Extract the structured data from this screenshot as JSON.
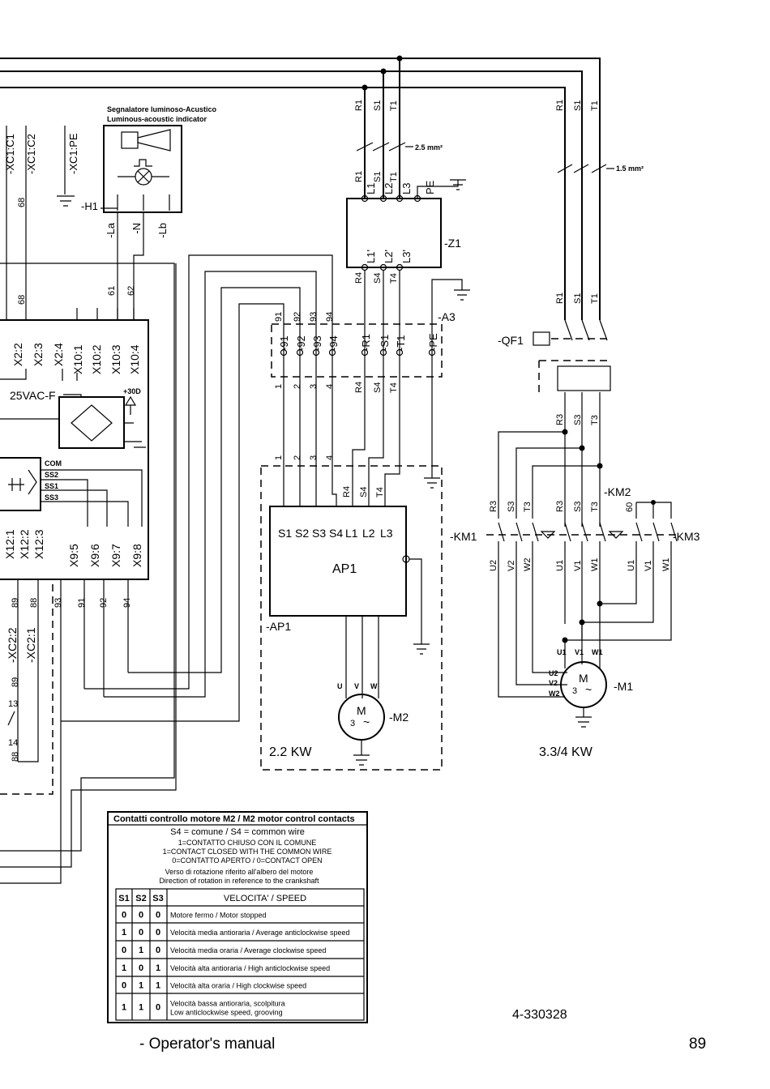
{
  "indicator": {
    "title_it": "Segnalatore luminoso-Acustico",
    "title_en": "Luminous-acoustic indicator",
    "ref": "-H1",
    "terminals": [
      "-La",
      "-N",
      "-Lb"
    ]
  },
  "left_terminals": [
    "-XC1:C1",
    "-XC1:C2",
    "-XC1:PE"
  ],
  "wire_numbers_top": [
    "68",
    "61",
    "62",
    "68"
  ],
  "board_labels": [
    "X2:2",
    "X2:3",
    "X2:4",
    "X10:1",
    "X10:2",
    "X10:3",
    "X10:4",
    "25VAC-F",
    "+30D",
    "COM",
    "SS2",
    "SS1",
    "SS3",
    "X12:1",
    "X12:2",
    "X12:3",
    "X9:5",
    "X9:6",
    "X9:7",
    "X9:8"
  ],
  "lower_left": [
    "89",
    "88",
    "93",
    "91",
    "92",
    "94",
    "-XC2:2",
    "-XC2:1",
    "89",
    "13",
    "14",
    "88"
  ],
  "phases": [
    "R1",
    "S1",
    "T1"
  ],
  "cable_2_5": "2.5 mm²",
  "cable_1_5": "1.5 mm²",
  "filter": {
    "ref": "-Z1",
    "in": [
      "L1",
      "L2",
      "L3",
      "PE"
    ],
    "out": [
      "L1'",
      "L2'",
      "L3'"
    ],
    "wires": [
      "R4",
      "S4",
      "T4"
    ]
  },
  "terminal_block": {
    "ref": "-A3",
    "wire_nums": [
      "91",
      "92",
      "93",
      "94"
    ],
    "terms": [
      "-91",
      "-92",
      "-93",
      "-94",
      "-R1",
      "-S1",
      "-T1",
      "-PE"
    ],
    "below": [
      "1",
      "2",
      "3",
      "4",
      "R4",
      "S4",
      "T4"
    ]
  },
  "inverter": {
    "name": "AP1",
    "ref": "-AP1",
    "terms": [
      "S1",
      "S2",
      "S3",
      "S4",
      "L1",
      "L2",
      "L3"
    ],
    "wires": [
      "1",
      "2",
      "3",
      "4",
      "R4",
      "S4",
      "T4"
    ],
    "motor_terms": [
      "U",
      "V",
      "W"
    ],
    "motor_ref": "-M2",
    "power": "2.2 KW"
  },
  "motor_symbol": [
    "M",
    "3",
    "~"
  ],
  "breaker": {
    "ref": "-QF1",
    "wires": [
      "R3",
      "S3",
      "T3"
    ]
  },
  "contactors": {
    "km1": "-KM1",
    "km2": "-KM2",
    "km3": "-KM3",
    "km1_top": [
      "R3",
      "S3",
      "T3"
    ],
    "km2_top": [
      "R3",
      "S3",
      "T3"
    ],
    "km3_top": [
      "60"
    ],
    "km1_bottom": [
      "U2",
      "V2",
      "W2"
    ],
    "km2_bottom": [
      "U1",
      "V1",
      "W1"
    ],
    "km3_bottom": [
      "U1",
      "V1",
      "W1"
    ]
  },
  "motor_m1": {
    "ref": "-M1",
    "upper": [
      "U1",
      "V1",
      "W1"
    ],
    "lower": [
      "U2",
      "V2",
      "W2"
    ],
    "power": "3.3/4 KW"
  },
  "table": {
    "title": "Contatti controllo motore M2 / M2 motor control contacts",
    "subtitle": "S4 = comune / S4 = common wire",
    "legend": [
      "1=CONTATTO CHIUSO CON IL COMUNE",
      "1=CONTACT CLOSED WITH THE COMMON WIRE",
      "0=CONTATTO APERTO / 0=CONTACT OPEN"
    ],
    "rotation_it": "Verso di rotazione riferito all'albero del motore",
    "rotation_en": "Direction of rotation in reference to the crankshaft",
    "headers": [
      "S1",
      "S2",
      "S3",
      "VELOCITA' / SPEED"
    ],
    "rows": [
      {
        "s1": "0",
        "s2": "0",
        "s3": "0",
        "speed": "Motore fermo / Motor stopped"
      },
      {
        "s1": "1",
        "s2": "0",
        "s3": "0",
        "speed": "Velocità media antioraria / Average anticlockwise speed"
      },
      {
        "s1": "0",
        "s2": "1",
        "s3": "0",
        "speed": "Velocità media oraria / Average clockwise speed"
      },
      {
        "s1": "1",
        "s2": "0",
        "s3": "1",
        "speed": "Velocità alta antioraria / High anticlockwise speed"
      },
      {
        "s1": "0",
        "s2": "1",
        "s3": "1",
        "speed": "Velocità alta oraria / High clockwise speed"
      },
      {
        "s1": "1",
        "s2": "1",
        "s3": "0",
        "speed": "Velocità bassa antioraria, scolpitura",
        "speed2": "Low anticlockwise speed, grooving"
      }
    ]
  },
  "drawing_number": "4-330328",
  "footer": {
    "manual": "- Operator's manual",
    "page": "89"
  }
}
